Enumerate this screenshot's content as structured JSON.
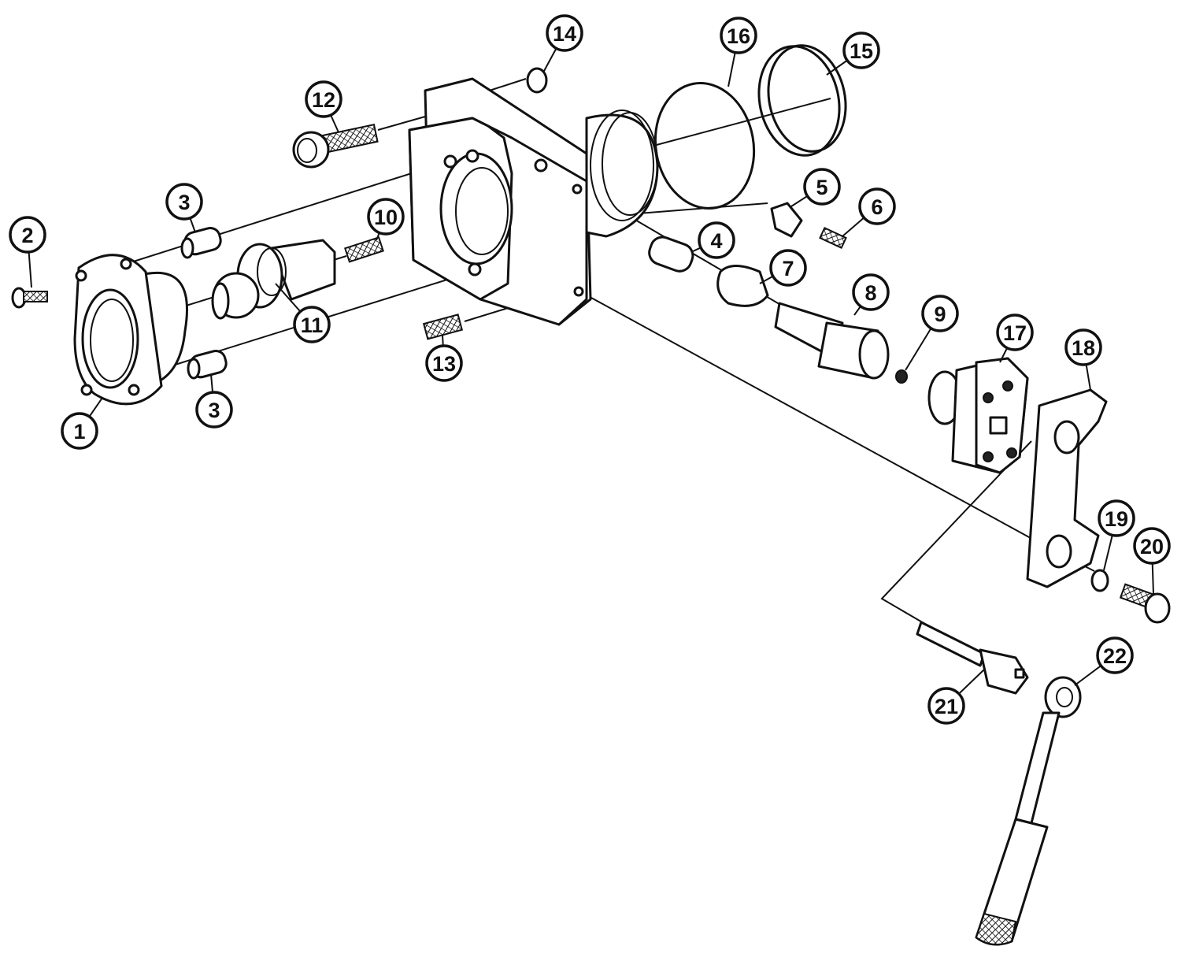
{
  "diagram": {
    "type": "exploded-parts-view",
    "callouts": [
      {
        "id": "c1",
        "label": "1"
      },
      {
        "id": "c2",
        "label": "2"
      },
      {
        "id": "c3a",
        "label": "3"
      },
      {
        "id": "c3b",
        "label": "3"
      },
      {
        "id": "c4",
        "label": "4"
      },
      {
        "id": "c5",
        "label": "5"
      },
      {
        "id": "c6",
        "label": "6"
      },
      {
        "id": "c7",
        "label": "7"
      },
      {
        "id": "c8",
        "label": "8"
      },
      {
        "id": "c9",
        "label": "9"
      },
      {
        "id": "c10",
        "label": "10"
      },
      {
        "id": "c11",
        "label": "11"
      },
      {
        "id": "c12",
        "label": "12"
      },
      {
        "id": "c13",
        "label": "13"
      },
      {
        "id": "c14",
        "label": "14"
      },
      {
        "id": "c15",
        "label": "15"
      },
      {
        "id": "c16",
        "label": "16"
      },
      {
        "id": "c17",
        "label": "17"
      },
      {
        "id": "c18",
        "label": "18"
      },
      {
        "id": "c19",
        "label": "19"
      },
      {
        "id": "c20",
        "label": "20"
      },
      {
        "id": "c21",
        "label": "21"
      },
      {
        "id": "c22",
        "label": "22"
      }
    ]
  }
}
